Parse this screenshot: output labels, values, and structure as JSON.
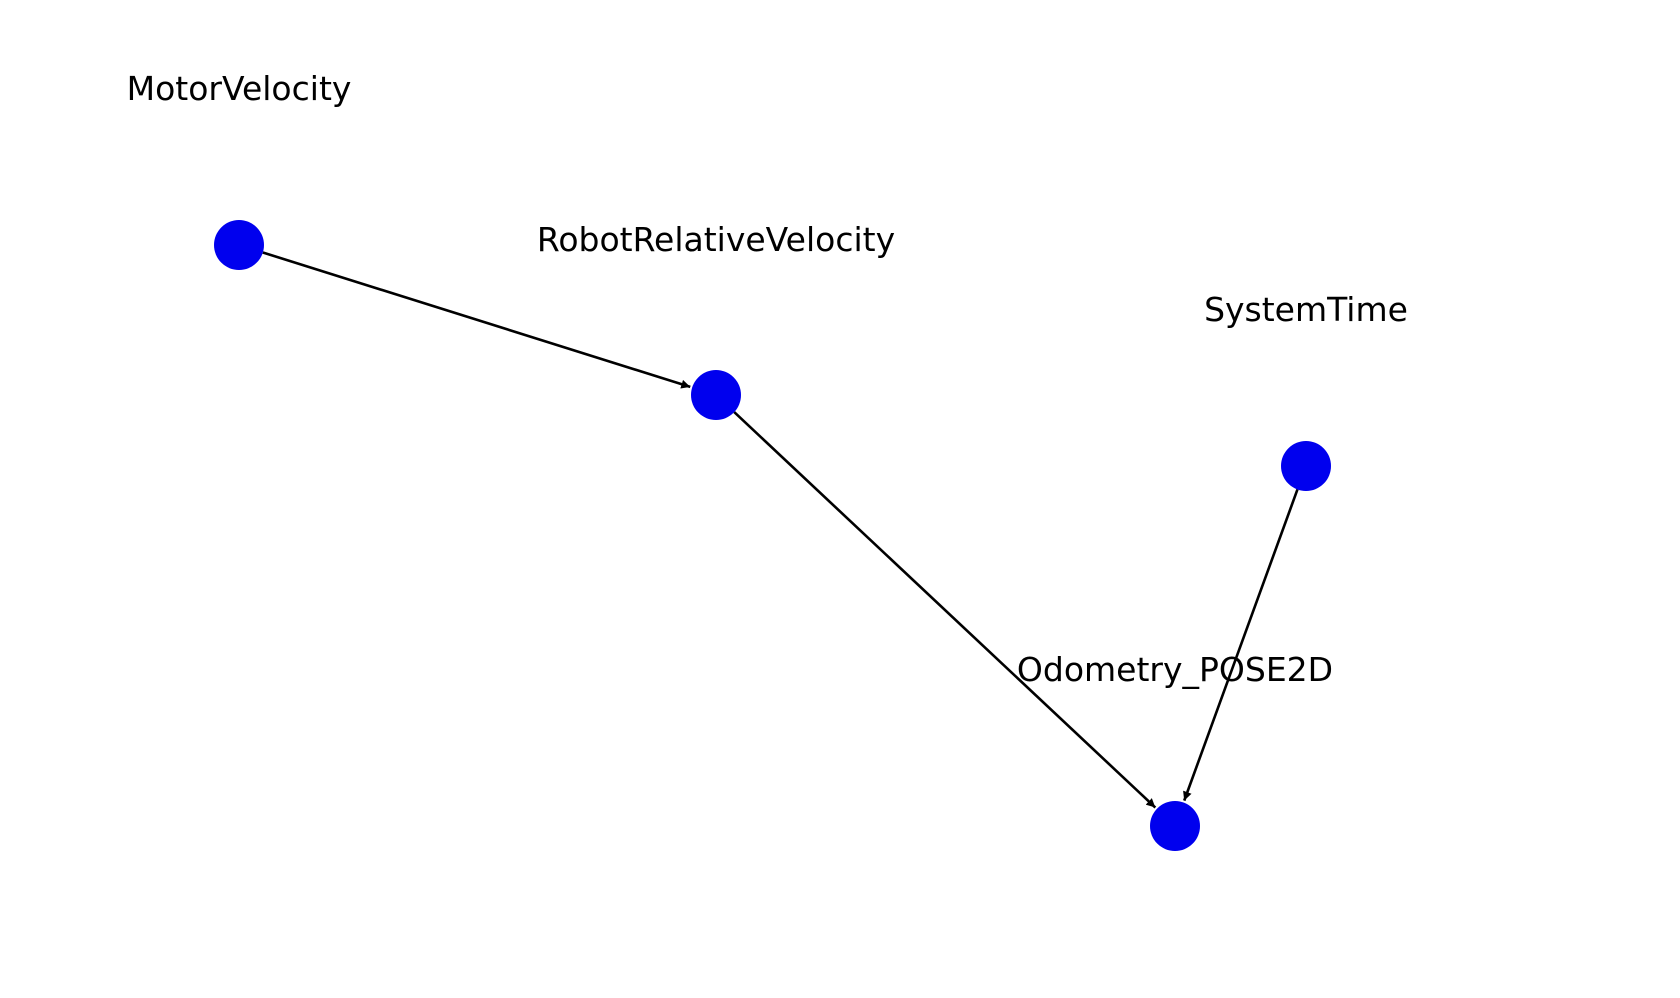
{
  "graph": {
    "node_color": "#0000ee",
    "edge_color": "#000000",
    "label_color": "#000000",
    "directed": true,
    "nodes": [
      {
        "id": "motor",
        "label": "MotorVelocity"
      },
      {
        "id": "robot",
        "label": "RobotRelativeVelocity"
      },
      {
        "id": "time",
        "label": "SystemTime"
      },
      {
        "id": "odom",
        "label": "Odometry_POSE2D"
      }
    ],
    "edges": [
      {
        "from": "motor",
        "to": "robot"
      },
      {
        "from": "robot",
        "to": "odom"
      },
      {
        "from": "time",
        "to": "odom"
      }
    ]
  }
}
